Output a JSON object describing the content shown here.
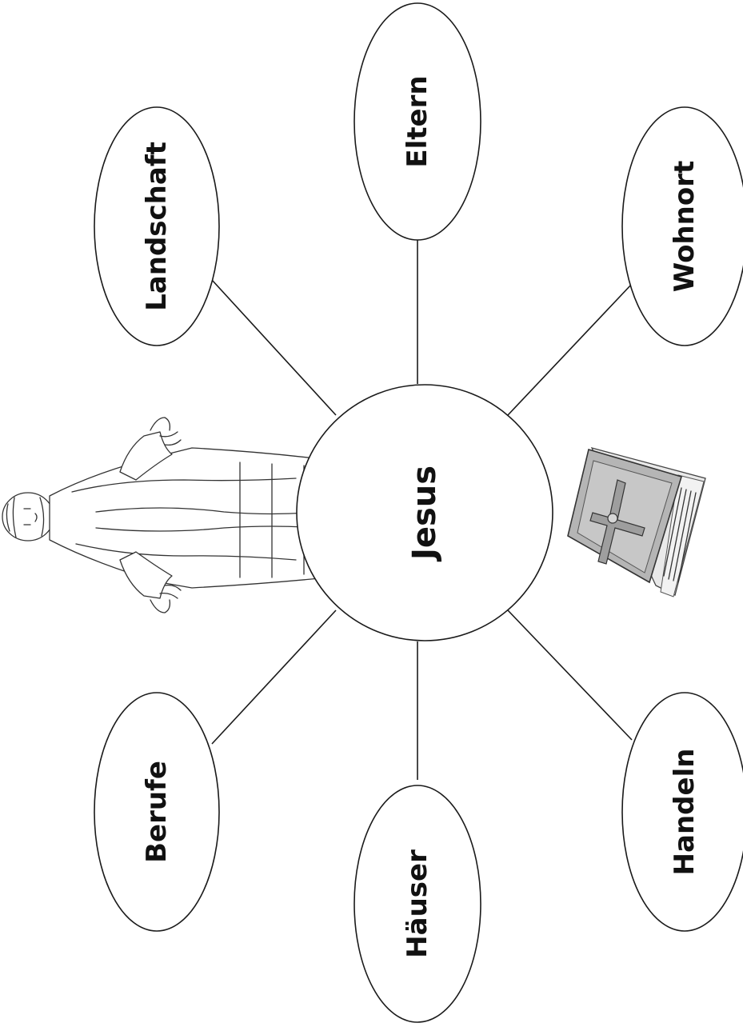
{
  "mindmap": {
    "center": {
      "label": "Jesus"
    },
    "nodes": [
      {
        "id": "eltern",
        "label": "Eltern"
      },
      {
        "id": "landschaft",
        "label": "Landschaft"
      },
      {
        "id": "wohnort",
        "label": "Wohnort"
      },
      {
        "id": "berufe",
        "label": "Berufe"
      },
      {
        "id": "haeuser",
        "label": "Häuser"
      },
      {
        "id": "handeln",
        "label": "Handeln"
      }
    ]
  },
  "illustrations": {
    "figure": "jesus-figure-illustration",
    "book": "bible-illustration"
  },
  "colors": {
    "background": "#ffffff",
    "stroke": "#1a1a1a",
    "book_cover": "#b5b5b5"
  }
}
